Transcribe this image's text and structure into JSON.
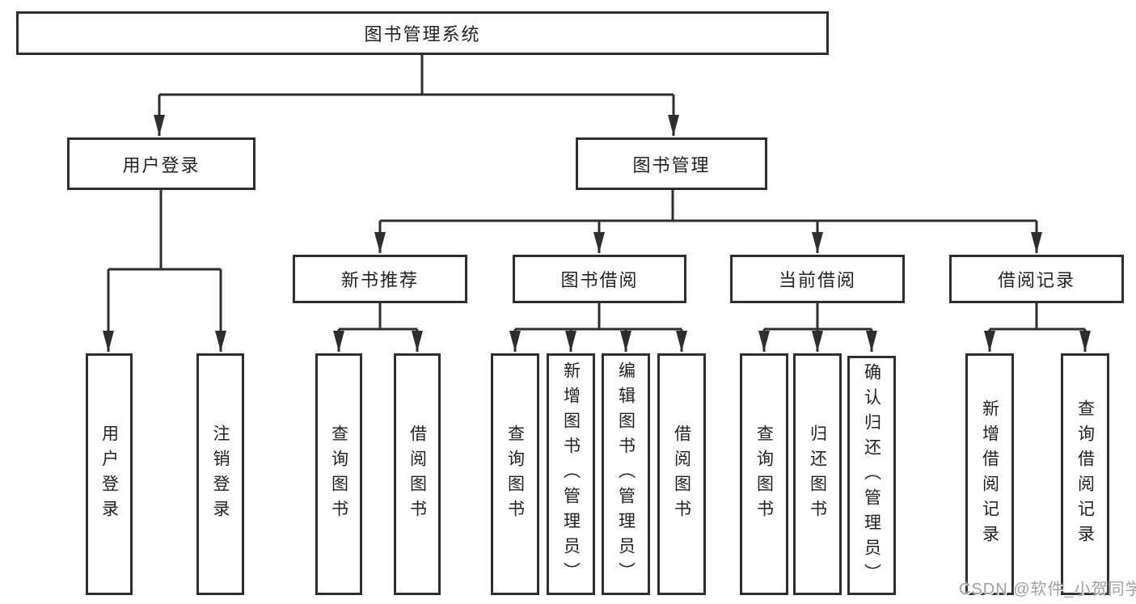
{
  "tree": {
    "root": {
      "label": "图书管理系统",
      "children": [
        {
          "label": "用户登录",
          "children": [
            {
              "label": "用户登录"
            },
            {
              "label": "注销登录"
            }
          ]
        },
        {
          "label": "图书管理",
          "children": [
            {
              "label": "新书推荐",
              "children": [
                {
                  "label": "查询图书"
                },
                {
                  "label": "借阅图书"
                }
              ]
            },
            {
              "label": "图书借阅",
              "children": [
                {
                  "label": "查询图书"
                },
                {
                  "label": "新增图书（管理员）"
                },
                {
                  "label": "编辑图书（管理员）"
                },
                {
                  "label": "借阅图书"
                }
              ]
            },
            {
              "label": "当前借阅",
              "children": [
                {
                  "label": "查询图书"
                },
                {
                  "label": "归还图书"
                },
                {
                  "label": "确认归还（管理员）"
                }
              ]
            },
            {
              "label": "借阅记录",
              "children": [
                {
                  "label": "新增借阅记录"
                },
                {
                  "label": "查询借阅记录"
                }
              ]
            }
          ]
        }
      ]
    }
  },
  "watermark": "CSDN @软件_小贺同学",
  "colors": {
    "line": "#2e2e2e",
    "box_background": "#ffffff",
    "text": "#222222",
    "watermark": "#a0a0a0"
  }
}
